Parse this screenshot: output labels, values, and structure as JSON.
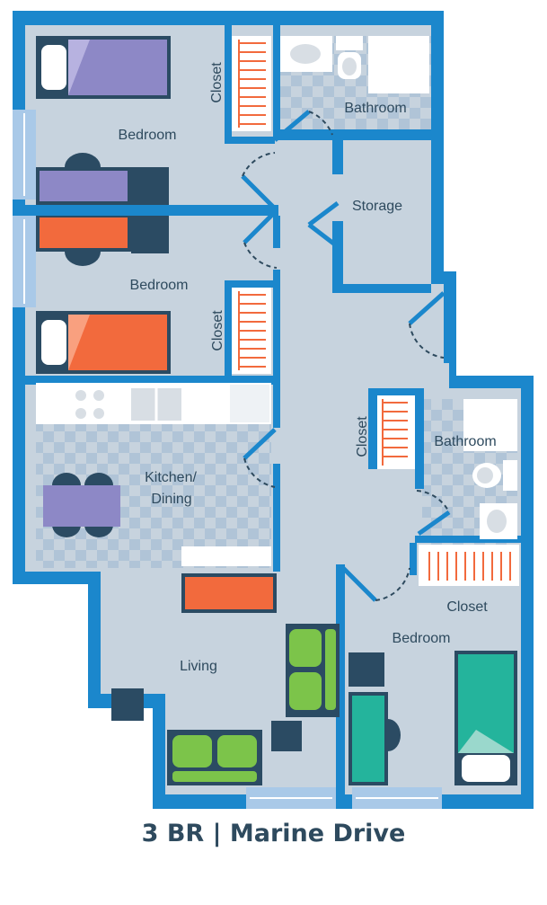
{
  "plan_title": "3 BR | Marine Drive",
  "colors": {
    "wall": "#1b87cc",
    "floor": "#c7d3de",
    "checker": "#adc2d6",
    "bed_purple": "#8d88c6",
    "bed_orange": "#f26a3d",
    "bed_teal": "#24b49c",
    "sofa_green": "#7cc44a",
    "furniture_dark": "#2b4b63"
  },
  "rooms": {
    "bedroom_1": "Bedroom",
    "bedroom_2": "Bedroom",
    "bedroom_3": "Bedroom",
    "closet_1": "Closet",
    "closet_2": "Closet",
    "closet_3": "Closet",
    "closet_4": "Closet",
    "bathroom_1": "Bathroom",
    "bathroom_2": "Bathroom",
    "storage": "Storage",
    "kitchen_line1": "Kitchen/",
    "kitchen_line2": "Dining",
    "living": "Living"
  }
}
